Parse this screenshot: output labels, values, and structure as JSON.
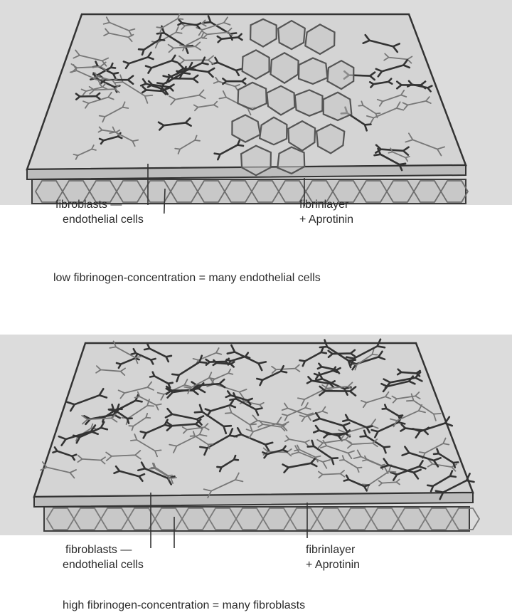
{
  "panels": [
    {
      "labels": {
        "fibroblasts": "fibroblasts",
        "endothelial_cells": "endothelial cells",
        "fibrinlayer": "fibrinlayer",
        "aprotinin": "+ Aprotinin"
      },
      "caption": "low fibrinogen-concentration = many endothelial cells"
    },
    {
      "labels": {
        "fibroblasts": "fibroblasts",
        "endothelial_cells": "endothelial cells",
        "fibrinlayer": "fibrinlayer",
        "aprotinin": "+ Aprotinin"
      },
      "caption": "high fibrinogen-concentration = many fibroblasts"
    }
  ],
  "colors": {
    "background": "#dcdcdc",
    "plate_top": "#cfcfcf",
    "plate_edge": "#bdbdbd",
    "fibroblast": "#3a3a3a",
    "endothelial": "#6e6e6e",
    "label_text": "#2b2b2b"
  }
}
